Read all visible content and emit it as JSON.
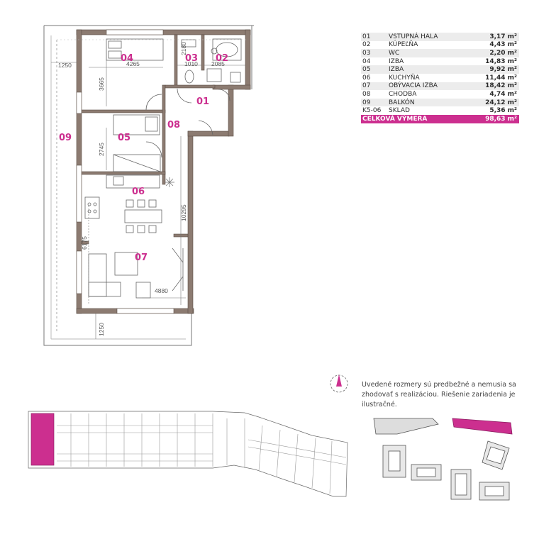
{
  "rooms": [
    {
      "num": "01",
      "name": "VSTUPNÁ HALA",
      "area": "3,17 m²"
    },
    {
      "num": "02",
      "name": "KÚPEĽŇA",
      "area": "4,43 m²"
    },
    {
      "num": "03",
      "name": "WC",
      "area": "2,20 m²"
    },
    {
      "num": "04",
      "name": "IZBA",
      "area": "14,83 m²"
    },
    {
      "num": "05",
      "name": "IZBA",
      "area": "9,92 m²"
    },
    {
      "num": "06",
      "name": "KUCHYŇA",
      "area": "11,44 m²"
    },
    {
      "num": "07",
      "name": "OBÝVACIA IZBA",
      "area": "18,42 m²"
    },
    {
      "num": "08",
      "name": "CHODBA",
      "area": "4,74 m²"
    },
    {
      "num": "09",
      "name": "BALKÓN",
      "area": "24,12 m²"
    },
    {
      "num": "K5-06",
      "name": "SKLAD",
      "area": "5,36 m²"
    }
  ],
  "total": {
    "label": "CELKOVÁ VÝMERA",
    "area": "98,63 m²"
  },
  "plan_labels": {
    "r01": "01",
    "r02": "02",
    "r03": "03",
    "r04": "04",
    "r05": "05",
    "r06": "06",
    "r07": "07",
    "r08": "08",
    "r09": "09"
  },
  "dimensions": {
    "d1250a": "1250",
    "d4265": "4265",
    "d3665": "3665",
    "d2180": "2180",
    "d1010": "1010",
    "d2085": "2085",
    "d2745": "2745",
    "d10295": "10295",
    "d6175": "6175",
    "d4880": "4880",
    "d1250b": "1250"
  },
  "note": {
    "line1": "Uvedené rozmery sú predbežné a nemusia sa",
    "line2": "zhodovať s realizáciou. Riešenie zariadenia je ilustračné."
  },
  "colors": {
    "accent": "#cc2f8f",
    "wall": "#8c7b71",
    "label": "#cc2f8f"
  },
  "icons": {
    "compass": "compass-icon"
  }
}
